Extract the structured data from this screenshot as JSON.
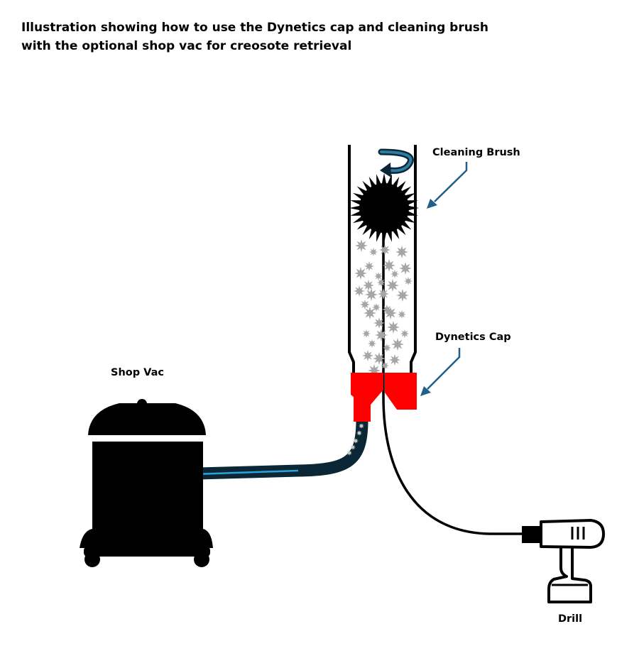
{
  "title": {
    "line1": "Illustration showing how to use the Dynetics cap and cleaning brush",
    "line2": "with the optional shop vac for creosote retrieval"
  },
  "labels": {
    "cleaning_brush": "Cleaning Brush",
    "dynetics_cap": "Dynetics Cap",
    "shop_vac": "Shop Vac",
    "drill": "Drill"
  },
  "colors": {
    "cap": "#ff0000",
    "pointer_arrow": "#1f5f8b",
    "hose": "#0b2735",
    "airflow": "#29a3e0",
    "creosote": "#a6a6a6",
    "outline": "#000000"
  }
}
